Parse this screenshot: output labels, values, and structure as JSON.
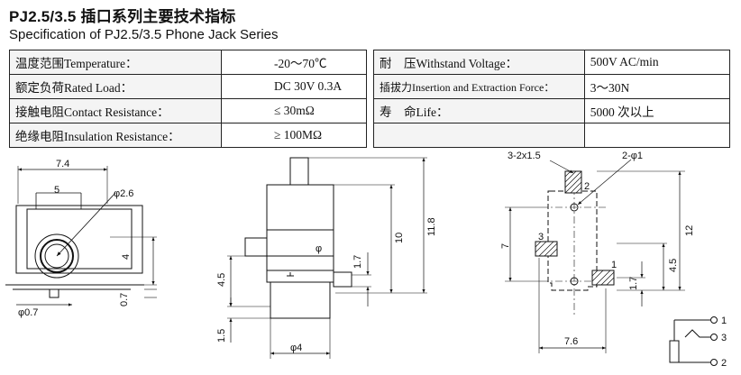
{
  "header": {
    "title": "PJ2.5/3.5 插口系列主要技术指标",
    "subtitle": "Specification of PJ2.5/3.5 Phone Jack Series"
  },
  "spec_left": [
    {
      "label": "温度范围Temperature：",
      "value": "-20～70℃"
    },
    {
      "label": "额定负荷Rated Load：",
      "value": "DC 30V 0.3A"
    },
    {
      "label": "接触电阻Contact Resistance：",
      "value": "≤ 30mΩ"
    },
    {
      "label": "绝缘电阻Insulation Resistance：",
      "value": "≥ 100MΩ"
    }
  ],
  "spec_right": [
    {
      "label": "耐　压Withstand Voltage：",
      "value": "500V AC/min"
    },
    {
      "label": "插拔力Insertion and Extraction Force：",
      "value": "3～30N"
    },
    {
      "label": "寿　命Life：",
      "value": "5000 次以上"
    },
    {
      "label": "",
      "value": ""
    }
  ],
  "drawing_front": {
    "dim_total_width": "7.4",
    "dim_inner_width": "5",
    "dim_hole_dia": "φ2.6",
    "dim_height": "4",
    "dim_pin_dia": "φ0.7",
    "dim_pin_len": "0.7"
  },
  "drawing_side": {
    "dim_body_height": "10",
    "dim_total_height": "11.8",
    "dim_lower": "4.5",
    "dim_pin": "1.7",
    "dim_base": "1.5",
    "dim_dia": "φ4"
  },
  "drawing_pcb": {
    "dim_pads": "3-2x1.5",
    "dim_holes": "2-φ1",
    "dim_left": "7",
    "dim_right_total": "12",
    "dim_right_mid": "4.5",
    "dim_right_low": "1.7",
    "dim_bottom_width": "7.6",
    "pad_labels": [
      "2",
      "3",
      "1"
    ]
  },
  "schematic": {
    "pin_labels": [
      "1",
      "3",
      "2"
    ]
  }
}
